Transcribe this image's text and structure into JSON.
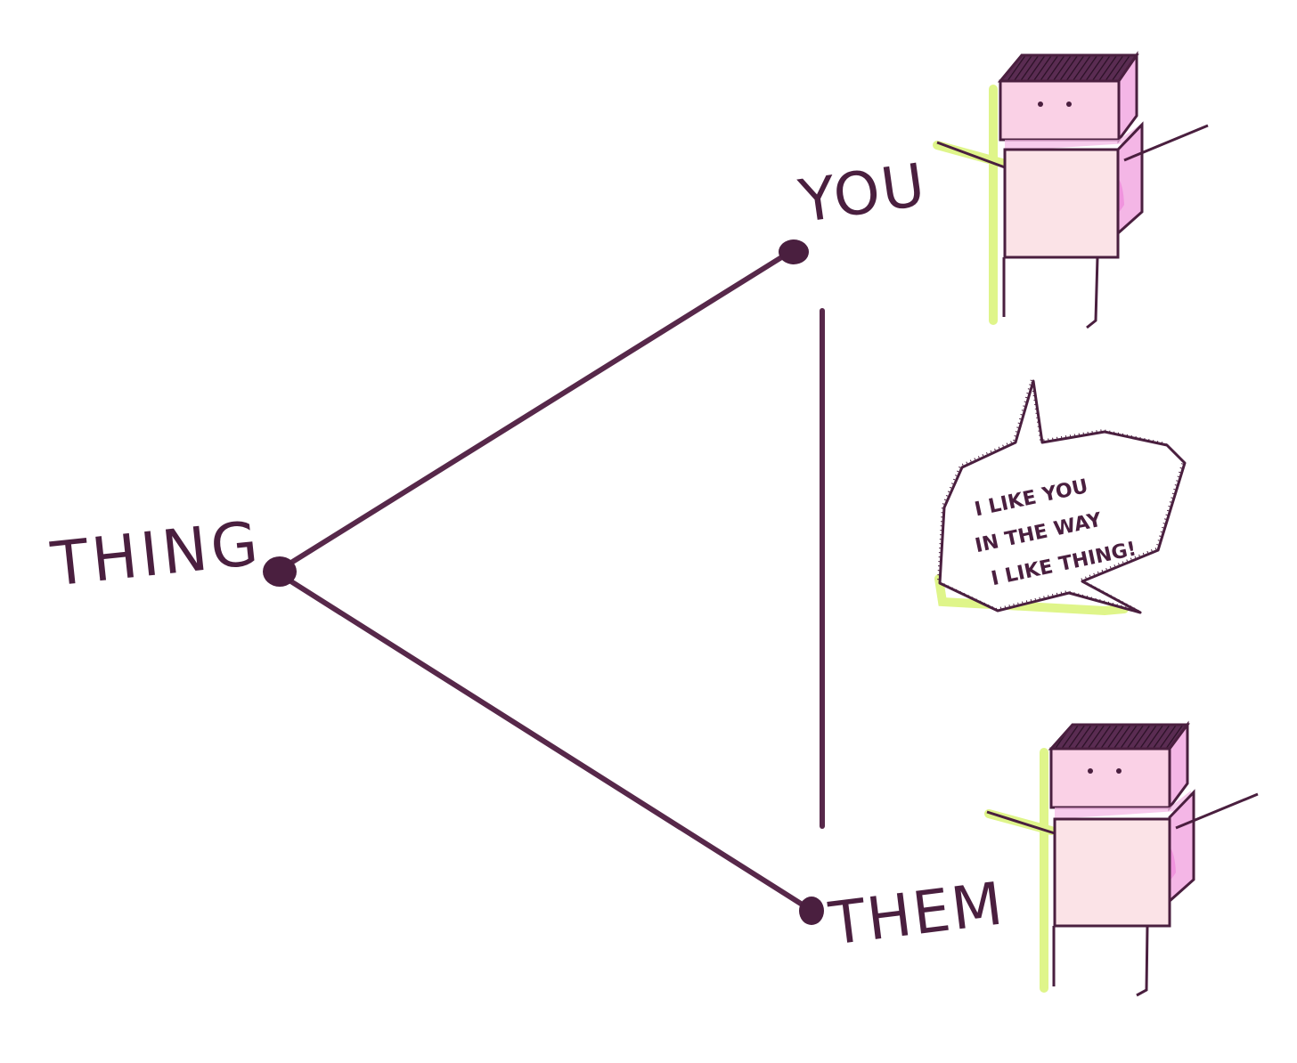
{
  "labels": {
    "thing": "THING",
    "you": "YOU",
    "them": "THEM"
  },
  "speech_bubble": {
    "line1": "I LIKE YOU",
    "line2": "IN THE WAY",
    "line3": "I LIKE THING!"
  },
  "colors": {
    "ink": "#4a1f3f",
    "line": "#57284a",
    "body_front": "#fbe3e7",
    "body_side": "#f4b6e6",
    "head_front": "#fad1e6",
    "head_top": "#3a1a34",
    "highlight": "#dff58a",
    "background": "#ffffff"
  },
  "icons": [
    "robot-figure",
    "speech-bubble"
  ]
}
